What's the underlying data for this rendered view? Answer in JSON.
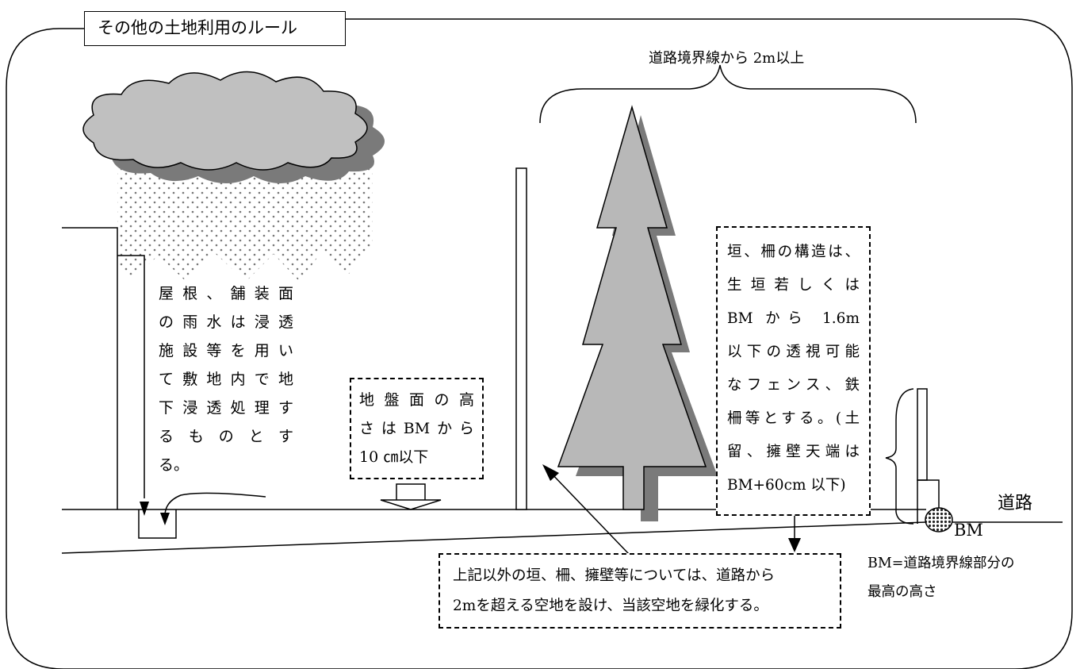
{
  "title": "その他の土地利用のルール",
  "labels": {
    "setback_top": "道路境界線から 2m以上",
    "rain": [
      "屋根、舗装面",
      "の雨水は浸透",
      "施設等を用い",
      "て敷地内で地",
      "下浸透処理す",
      "るものとす",
      "る。"
    ],
    "ground": [
      "地盤面の高",
      "さはBMから",
      "10 ㎝以下"
    ],
    "fence": [
      "垣、柵の構造は、",
      "生垣若しくは",
      "BM から 1.6m",
      "以下の透視可能",
      "なフェンス、鉄",
      "柵等とする。(土",
      "留、擁壁天端は",
      "BM+60cm 以下)"
    ],
    "bottom": [
      "上記以外の垣、柵、擁壁等については、道路から",
      "2mを超える空地を設け、当該空地を緑化する。"
    ],
    "road": "道路",
    "bm": "BM",
    "bm_def": [
      "BM=道路境界線部分の",
      "最高の高さ"
    ]
  },
  "colors": {
    "tree_fill": "#b8b8b8",
    "tree_shadow": "#7a7a7a",
    "cloud_fill": "#c0c0c0",
    "cloud_shadow": "#7a7a7a",
    "rain_dots": "#777777"
  }
}
